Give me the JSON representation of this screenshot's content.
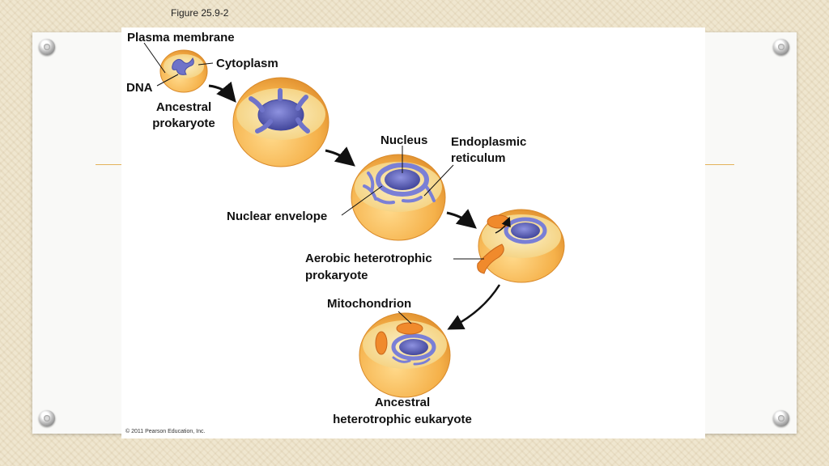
{
  "figure_title": "Figure 25.9-2",
  "labels": {
    "plasma_membrane": "Plasma membrane",
    "cytoplasm": "Cytoplasm",
    "dna": "DNA",
    "ancestral_prokaryote_1": "Ancestral",
    "ancestral_prokaryote_2": "prokaryote",
    "nucleus": "Nucleus",
    "er_1": "Endoplasmic",
    "er_2": "reticulum",
    "nuclear_envelope": "Nuclear envelope",
    "aerobic_1": "Aerobic heterotrophic",
    "aerobic_2": "prokaryote",
    "mitochondrion": "Mitochondrion",
    "eukaryote_1": "Ancestral",
    "eukaryote_2": "heterotrophic eukaryote"
  },
  "copyright": "© 2011 Pearson Education, Inc.",
  "colors": {
    "cell_body": "#f6b44a",
    "cell_inner": "#f7dc8a",
    "cell_edge": "#d98a2a",
    "membrane_blue": "#7a7fd6",
    "nucleus": "#5e63b8",
    "mitochondrion": "#f08a2c",
    "arrow": "#111111"
  }
}
